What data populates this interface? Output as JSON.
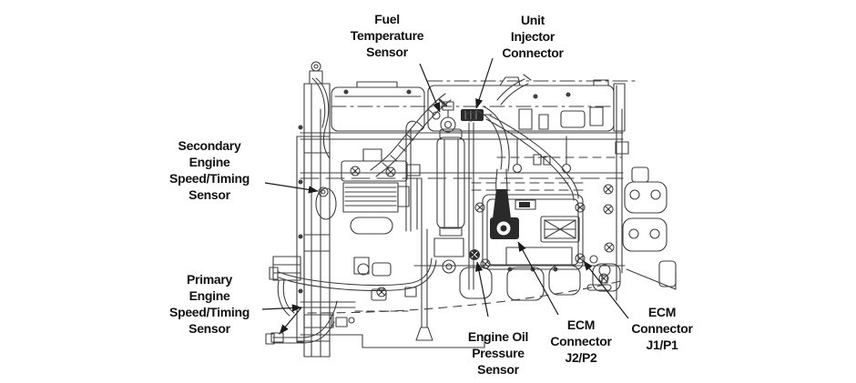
{
  "colors": {
    "background": "#ffffff",
    "engine_line": "#3f3f3f",
    "label_text": "#111111",
    "leader_line": "#1a1a1a",
    "connector_dark": "#2a2a2a"
  },
  "diagram": {
    "labels": {
      "fuel_temperature_sensor": {
        "lines": [
          "Fuel",
          "Temperature",
          "Sensor"
        ]
      },
      "unit_injector_connector": {
        "lines": [
          "Unit",
          "Injector",
          "Connector"
        ]
      },
      "secondary_speed_timing_sensor": {
        "lines": [
          "Secondary",
          "Engine",
          "Speed/Timing",
          "Sensor"
        ]
      },
      "primary_speed_timing_sensor": {
        "lines": [
          "Primary",
          "Engine",
          "Speed/Timing",
          "Sensor"
        ]
      },
      "engine_oil_pressure_sensor": {
        "lines": [
          "Engine Oil",
          "Pressure",
          "Sensor"
        ]
      },
      "ecm_connector_j2p2": {
        "lines": [
          "ECM",
          "Connector",
          "J2/P2"
        ]
      },
      "ecm_connector_j1p1": {
        "lines": [
          "ECM",
          "Connector",
          "J1/P1"
        ]
      }
    }
  }
}
